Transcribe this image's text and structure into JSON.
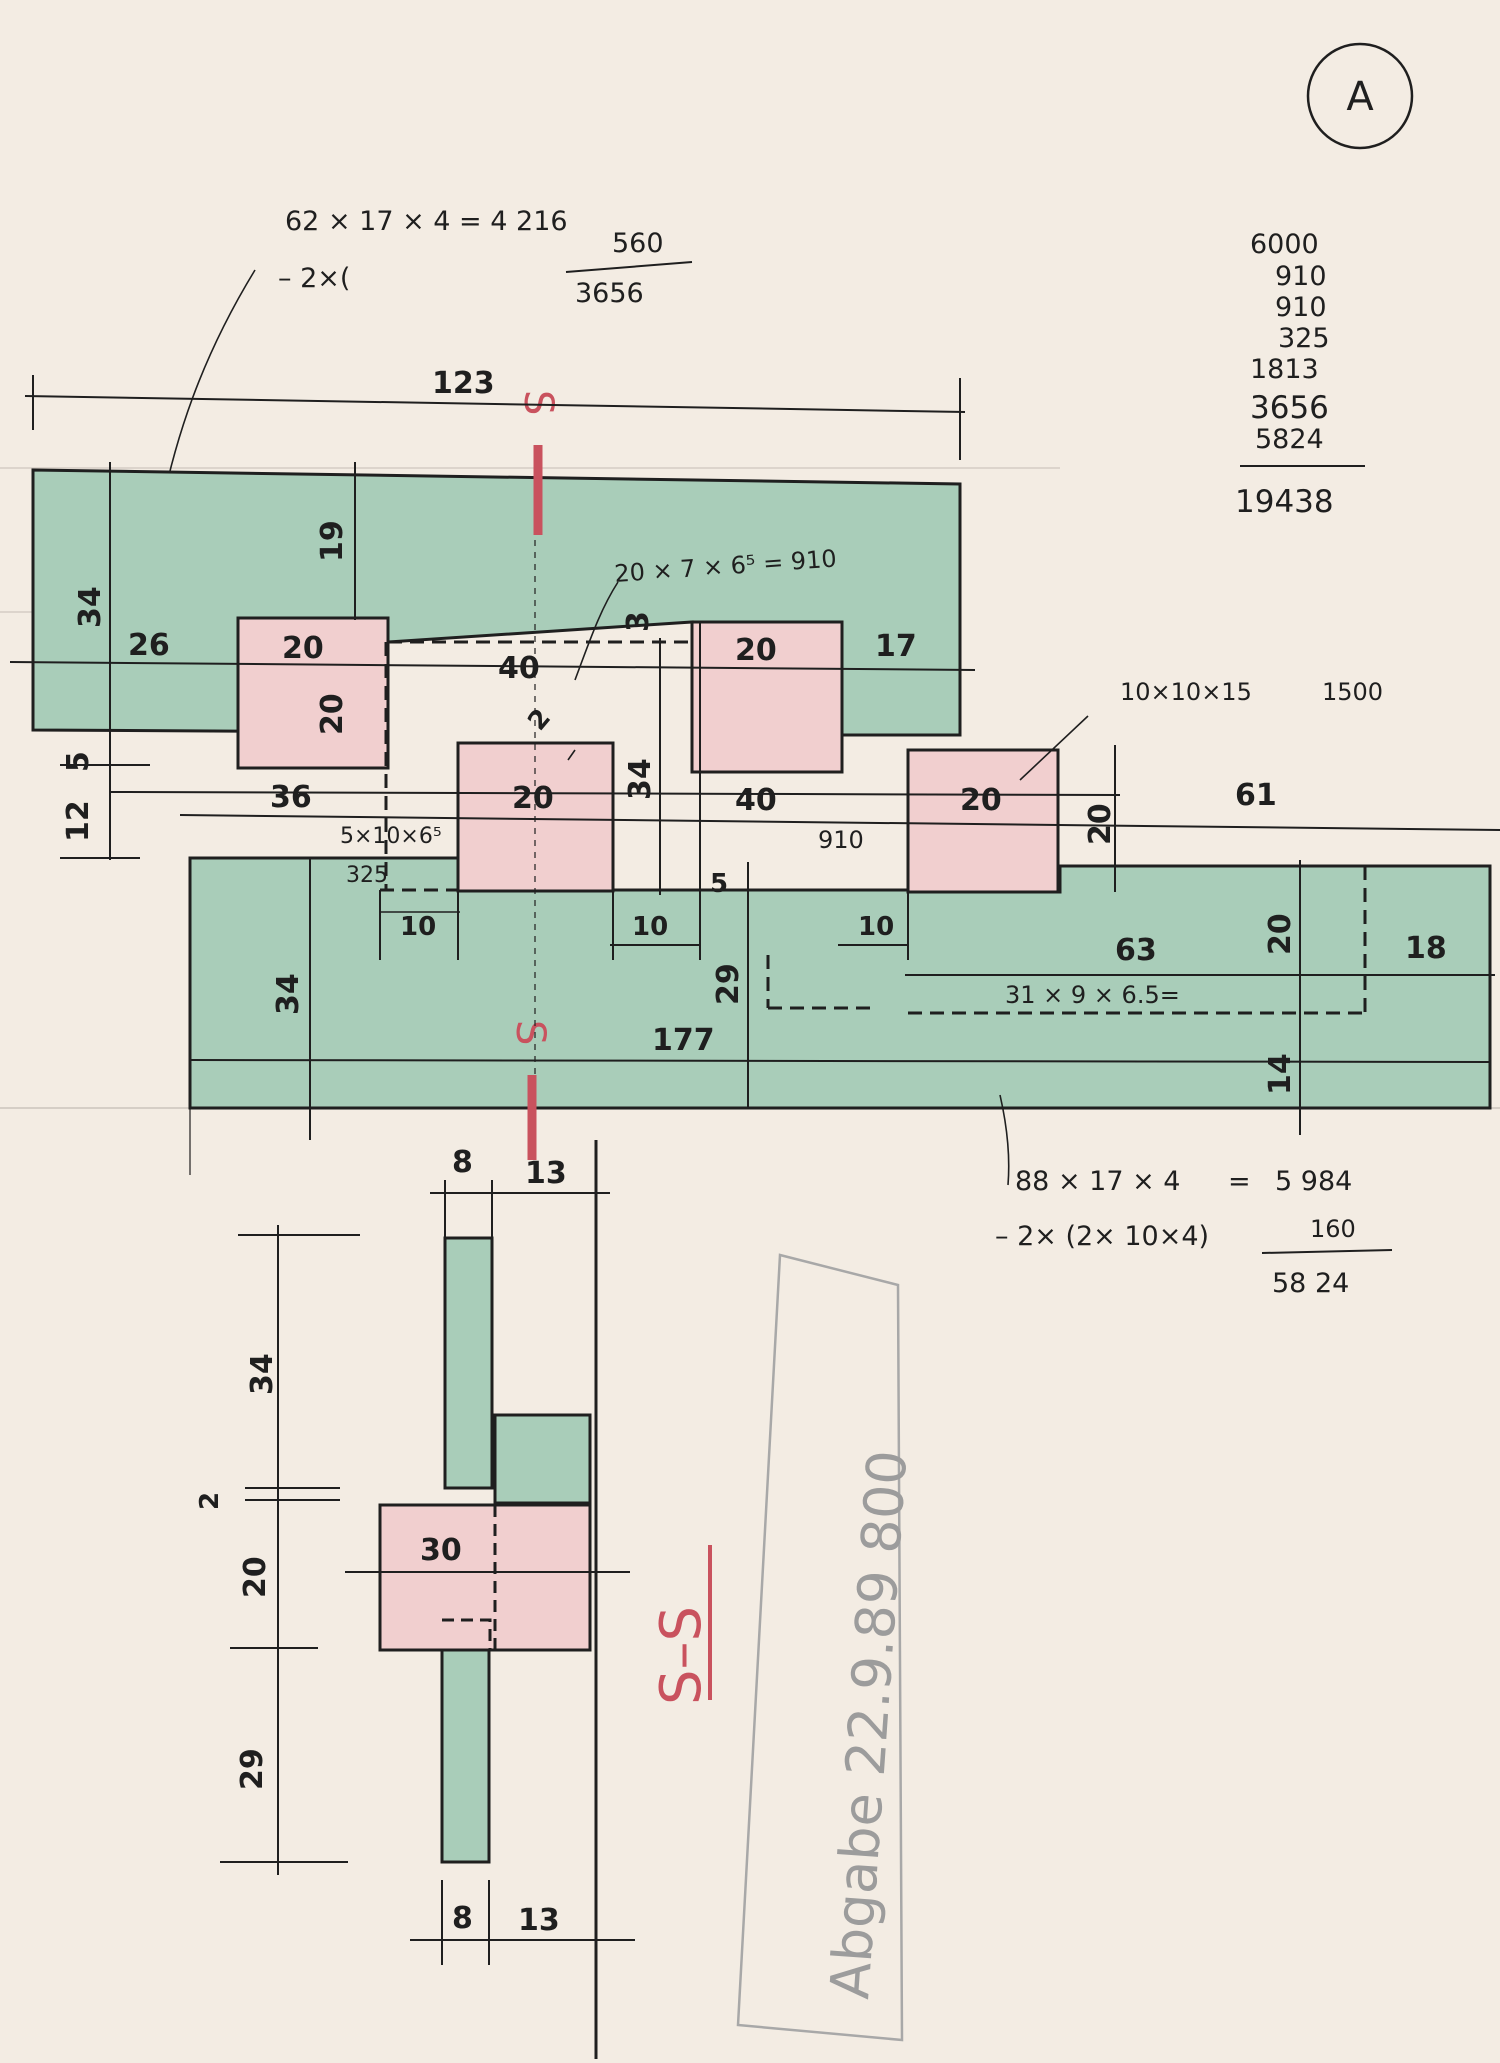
{
  "colors": {
    "paper": "#f3ece3",
    "wall_fill": "#a9cdb9",
    "opening_fill": "#f1cfcf",
    "ink": "#1f1f1f",
    "section_mark": "#c9525e",
    "stamp_ink": "#9c9c9c"
  },
  "sheet_marker": "A",
  "top_calc": {
    "line1": "62 × 17 × 4 = 4 216",
    "line2": "– 2×(",
    "sub": "560",
    "result": "3656"
  },
  "sum_column": {
    "items": [
      "6000",
      "910",
      "910",
      "325",
      "1813",
      "3656",
      "5824"
    ],
    "total": "19438"
  },
  "plan": {
    "overall_top": "123",
    "section_mark": "S",
    "upper_wall": {
      "height": "34",
      "left_pier": "26",
      "depth_above_opening": "19",
      "opening_width": "20",
      "opening_height": "20",
      "between": "40",
      "step": "3",
      "right_end": "17"
    },
    "formula_a": "20 × 7 × 6⁵ = 910",
    "formula_b": "10×10×15",
    "formula_b_value": "1500",
    "offsets": {
      "gap_5": "5",
      "gap_12": "12",
      "gap_2": "2"
    },
    "lower": {
      "dim_36": "36",
      "opening_mid": "20",
      "dim_34": "34",
      "dim_40": "40",
      "opening_right": "20",
      "dim_20": "20",
      "dim_61": "61",
      "formula_c": "5×10×6⁵",
      "val_325": "325",
      "val_910": "910",
      "d10_a": "10",
      "d10_b": "10",
      "d10_c": "10",
      "dim_5": "5",
      "height_34": "34",
      "dim_29": "29",
      "dim_63": "63",
      "dim_20_right": "20",
      "dim_18": "18",
      "formula_d": "31 × 9 × 6.5=",
      "overall_bottom": "177",
      "dim_14": "14"
    }
  },
  "bottom_calc": {
    "line1": "88 × 17 × 4",
    "eq": "=",
    "val": "5 984",
    "line2": "– 2× (2× 10×4)",
    "sub": "160",
    "result": "58 24"
  },
  "section": {
    "top_8": "8",
    "top_13": "13",
    "v34": "34",
    "v2": "2",
    "v20": "20",
    "v29": "29",
    "label30": "30",
    "bot_8": "8",
    "bot_13": "13",
    "title": "S–S"
  },
  "stamp": "Abgabe 22.9.89 800"
}
